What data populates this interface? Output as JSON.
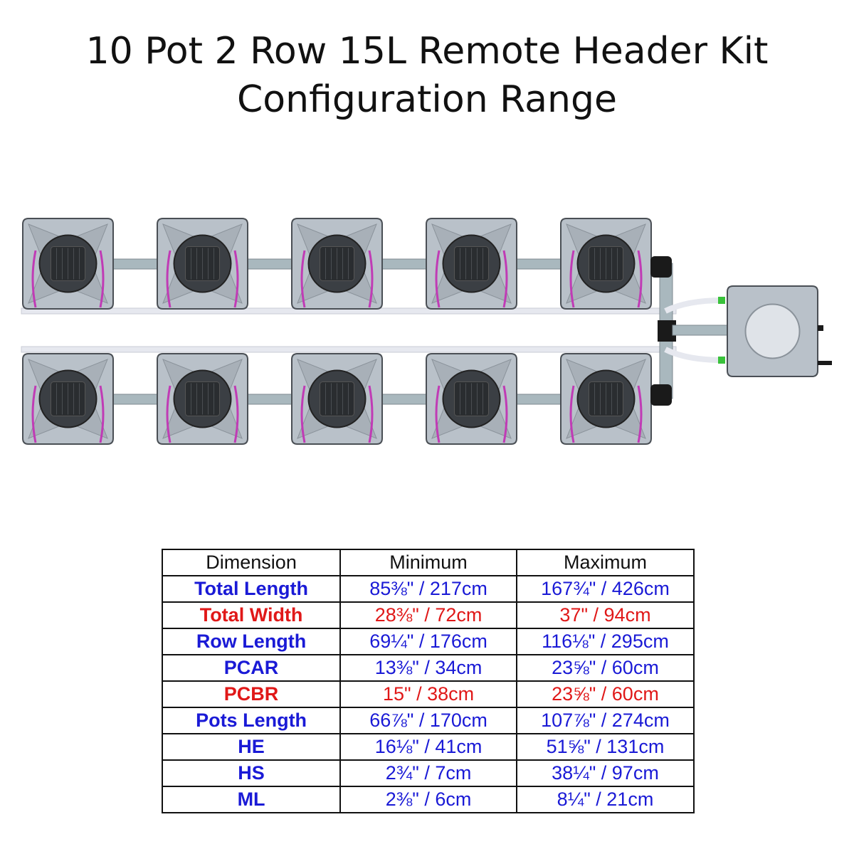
{
  "title": {
    "line1": "10 Pot 2 Row 15L Remote Header Kit",
    "line2": "Configuration Range"
  },
  "diagram": {
    "rows": 2,
    "pots_per_row": 5,
    "colors": {
      "pot_body": "#b9c1c9",
      "pot_edge": "#4a4f55",
      "lid": "#3b3f44",
      "pipe": "#a9b8be",
      "tube": "#e6e8ef",
      "loop": "#c03bb5",
      "fitting": "#1a1a1a",
      "valve": "#39c23a"
    }
  },
  "table": {
    "headers": [
      "Dimension",
      "Minimum",
      "Maximum"
    ],
    "rows": [
      {
        "label": "Total Length",
        "min": "85⅜\" / 217cm",
        "max": "167¾\" / 426cm",
        "color": "blue"
      },
      {
        "label": "Total Width",
        "min": "28⅜\" / 72cm",
        "max": "37\" / 94cm",
        "color": "red"
      },
      {
        "label": "Row Length",
        "min": "69¼\" / 176cm",
        "max": "116⅛\" / 295cm",
        "color": "blue"
      },
      {
        "label": "PCAR",
        "min": "13⅜\" / 34cm",
        "max": "23⅝\" / 60cm",
        "color": "blue"
      },
      {
        "label": "PCBR",
        "min": "15\" / 38cm",
        "max": "23⅝\" / 60cm",
        "color": "red"
      },
      {
        "label": "Pots Length",
        "min": "66⅞\" / 170cm",
        "max": "107⅞\" / 274cm",
        "color": "blue"
      },
      {
        "label": "HE",
        "min": "16⅛\" / 41cm",
        "max": "51⅝\" / 131cm",
        "color": "blue"
      },
      {
        "label": "HS",
        "min": "2¾\" / 7cm",
        "max": "38¼\" / 97cm",
        "color": "blue"
      },
      {
        "label": "ML",
        "min": "2⅜\" / 6cm",
        "max": "8¼\" / 21cm",
        "color": "blue"
      }
    ]
  }
}
